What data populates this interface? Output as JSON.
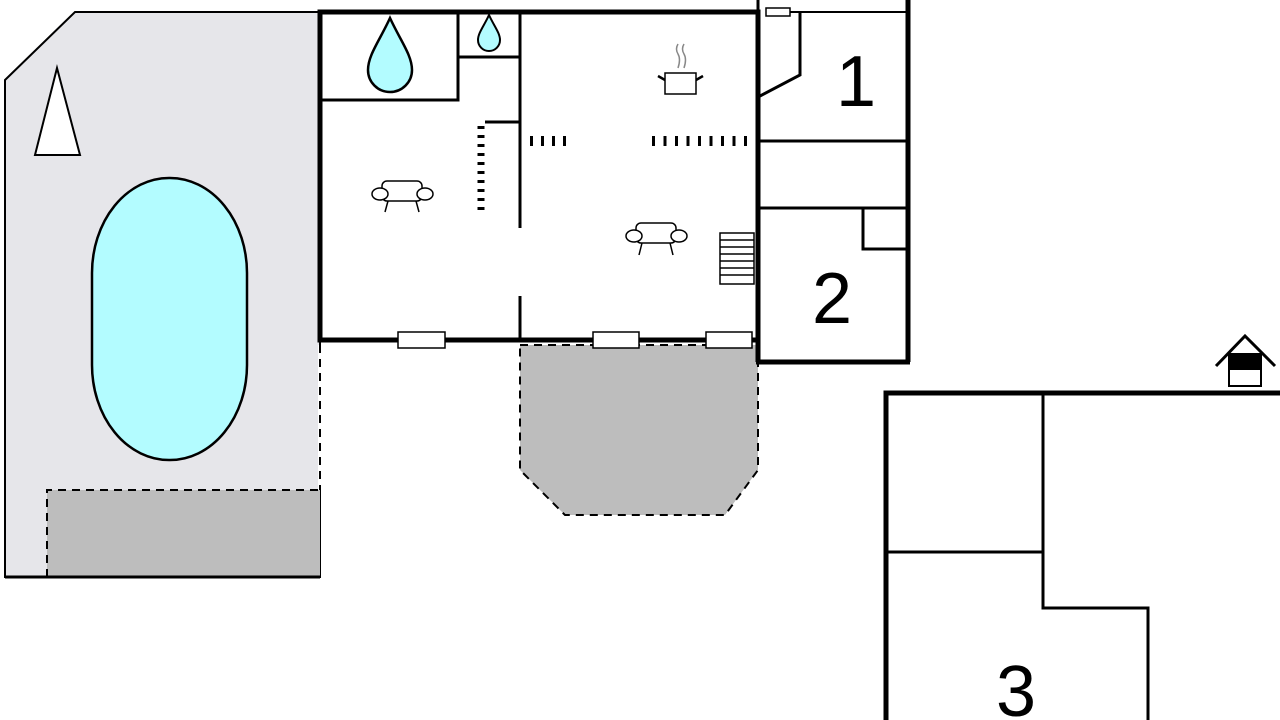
{
  "plan": {
    "room_labels": [
      "1",
      "2",
      "3"
    ],
    "colors": {
      "pool": "#b3fcff",
      "terrace": "#e6e6ea",
      "covered": "#bdbdbd",
      "wall": "#000000"
    },
    "icons": [
      "north-arrow",
      "pool",
      "water-drop",
      "sofa",
      "cooking-pot",
      "stairs",
      "house"
    ]
  }
}
